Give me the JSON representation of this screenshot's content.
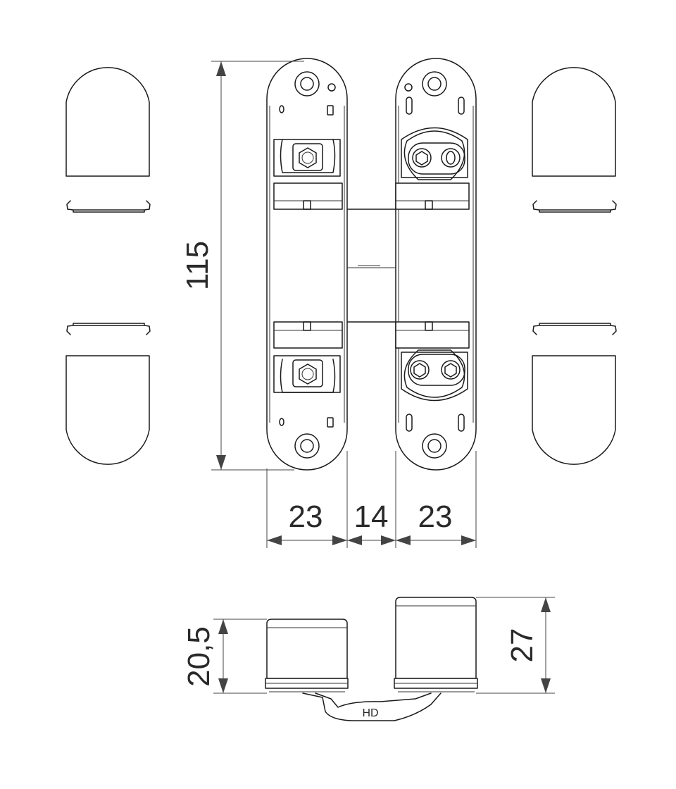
{
  "dimensions": {
    "height": "115",
    "width_left": "23",
    "width_gap": "14",
    "width_right": "23",
    "side_left": "20,5",
    "side_right": "27"
  },
  "marking": "HD",
  "colors": {
    "line": "#1a1a1a",
    "dimension": "#444444",
    "background": "#ffffff"
  }
}
